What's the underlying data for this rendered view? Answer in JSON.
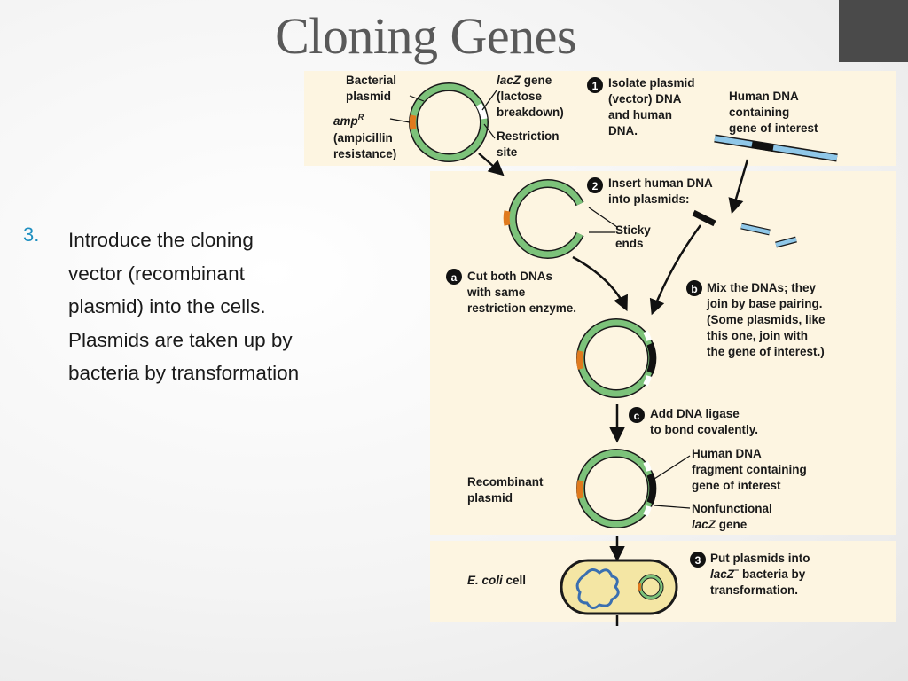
{
  "slide": {
    "title": "Cloning Genes",
    "bullet_number": "3.",
    "bullet_text": "Introduce the cloning vector (recombinant plasmid) into the cells. Plasmids are taken up by bacteria by transformation"
  },
  "figure": {
    "bacterial_plasmid": [
      "Bacterial",
      "plasmid"
    ],
    "amp_label": [
      "amp",
      "R"
    ],
    "amp_desc": [
      "(ampicillin",
      "resistance)"
    ],
    "lacz_gene": [
      "lacZ",
      " gene",
      "(lactose",
      "breakdown)"
    ],
    "restriction_site": [
      "Restriction",
      "site"
    ],
    "step1_num": "1",
    "step1": [
      "Isolate plasmid",
      "(vector) DNA",
      "and human",
      "DNA."
    ],
    "human_dna": [
      "Human DNA",
      "containing",
      "gene of interest"
    ],
    "step2_num": "2",
    "step2": [
      "Insert human DNA",
      "into plasmids:"
    ],
    "sticky_ends": [
      "Sticky",
      "ends"
    ],
    "stepa_letter": "a",
    "stepa": [
      "Cut both DNAs",
      "with same",
      "restriction enzyme."
    ],
    "stepb_letter": "b",
    "stepb": [
      "Mix the DNAs; they",
      "join by base pairing.",
      "(Some plasmids, like",
      "this one, join with",
      "the gene of interest.)"
    ],
    "stepc_letter": "c",
    "stepc": [
      "Add DNA ligase",
      "to bond covalently."
    ],
    "human_fragment": [
      "Human DNA",
      "fragment containing",
      "gene of interest"
    ],
    "recombinant_plasmid": [
      "Recombinant",
      "plasmid"
    ],
    "nonfunctional_lacz": [
      "Nonfunctional",
      "lacZ",
      " gene"
    ],
    "ecoli_cell": [
      "E. coli",
      " cell"
    ],
    "step3_num": "3",
    "step3": [
      "Put plasmids into",
      "lacZ",
      "−",
      " bacteria by",
      "transformation."
    ]
  },
  "colors": {
    "plasmid_green": "#7cc27a",
    "amp_orange": "#e07a1e",
    "panel_bg": "#fdf5e1",
    "fragment_blue": "#8fc7e8",
    "cell_fill": "#f4e6a4",
    "bullet_number": "#1f8fc0",
    "title": "#595959"
  },
  "icons": [
    "arrow-icon",
    "numbered-circle-icon",
    "plasmid-ring-icon",
    "chromosome-icon"
  ]
}
